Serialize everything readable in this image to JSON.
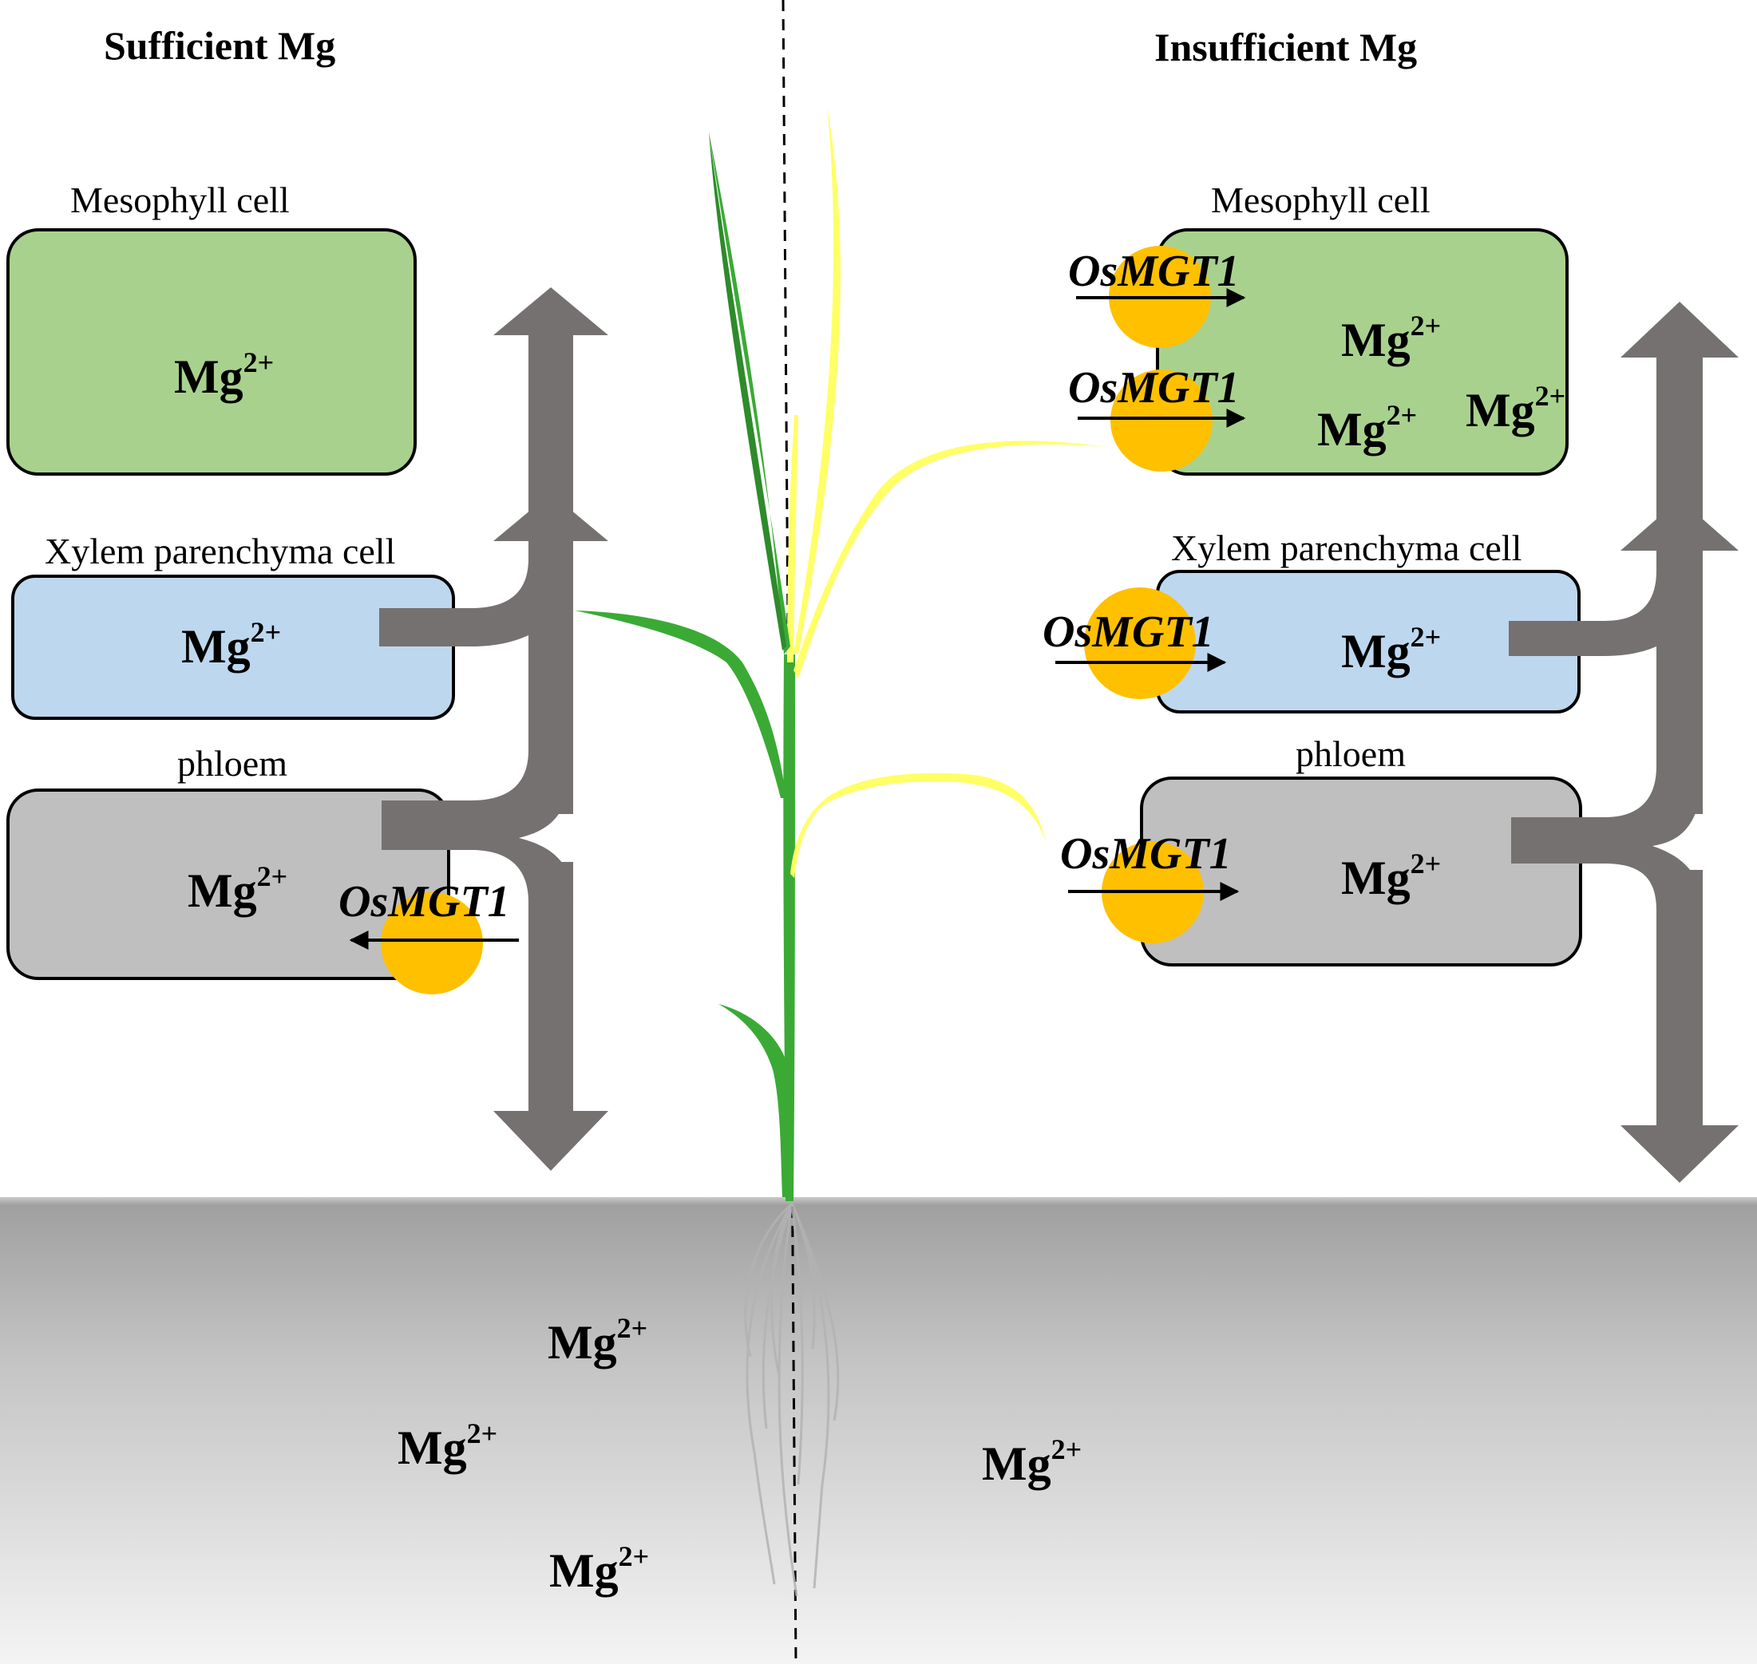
{
  "titles": {
    "left": "Sufficient Mg",
    "right": "Insufficient Mg"
  },
  "ion": {
    "base": "Mg",
    "charge": "2+"
  },
  "gene": "OsMGT1",
  "cell_labels": {
    "mesophyll": "Mesophyll cell",
    "xylem": "Xylem parenchyma cell",
    "phloem": "phloem"
  },
  "colors": {
    "mesophyll_fill": "#a9d18e",
    "xylem_fill": "#bdd7ee",
    "phloem_fill": "#bfbfbf",
    "transporter": "#ffc000",
    "flow_arrow": "#767171",
    "healthy_leaf": "#3aaa35",
    "deficient_leaf": "#ffff66"
  }
}
